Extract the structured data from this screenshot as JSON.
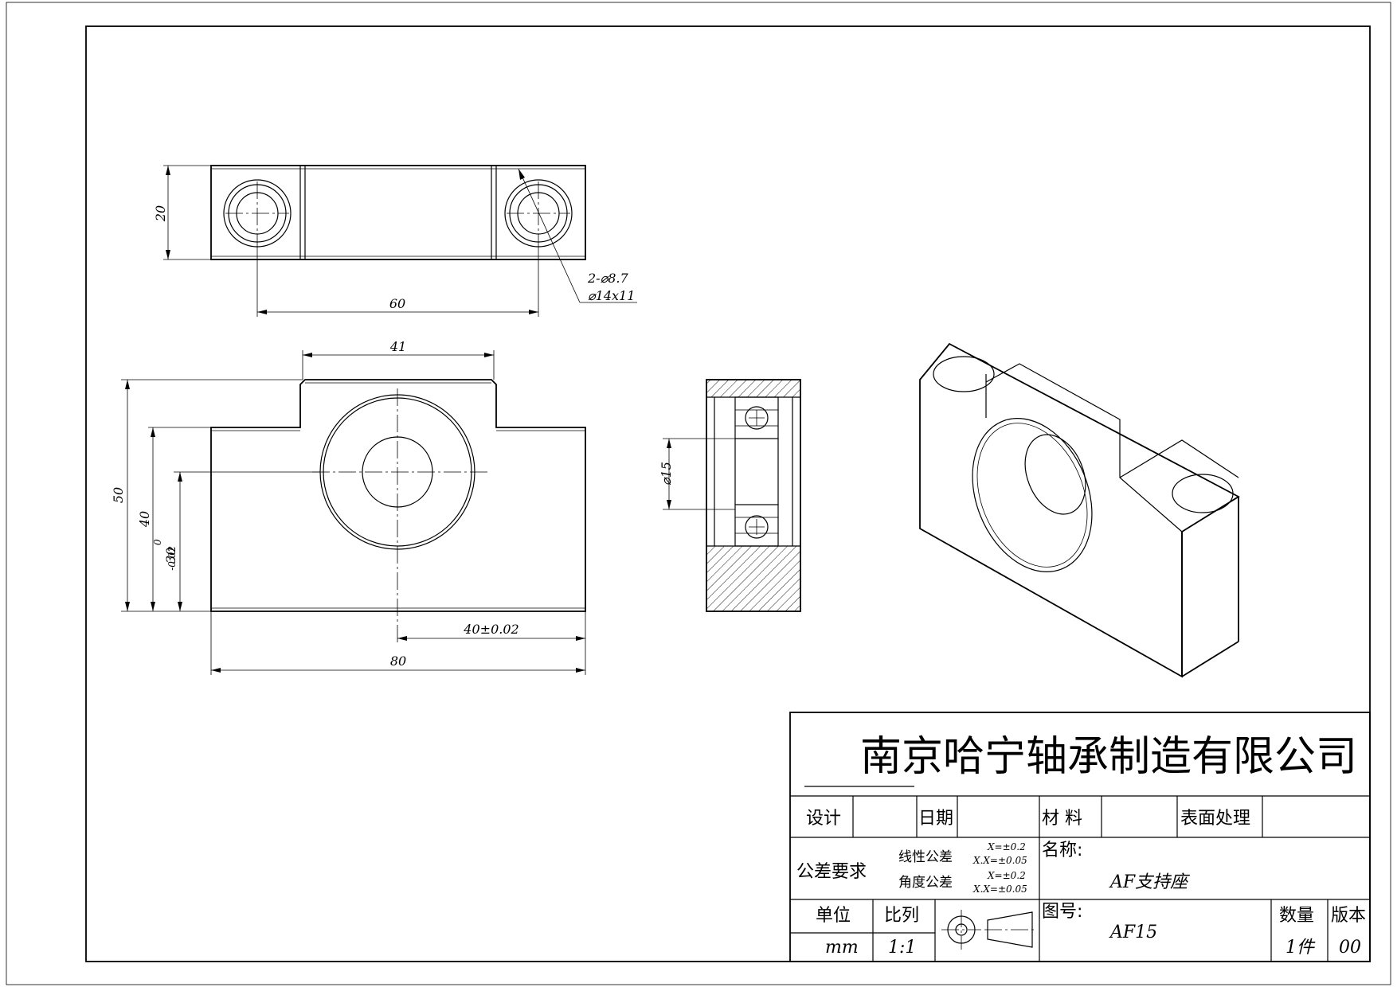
{
  "dimensions": {
    "top_height": "20",
    "hole_spacing": "60",
    "hole_callout_1": "2-⌀8.7",
    "hole_callout_2": "⌀14x11",
    "front_top_width": "41",
    "front_height": "50",
    "front_height_2": "40",
    "center_height": "30",
    "center_tol_upper": "0",
    "center_tol_lower": "-0.02",
    "offset": "40±0.02",
    "overall_width": "80",
    "section_bore": "⌀15"
  },
  "title_block": {
    "company": "南京哈宁轴承制造有限公司",
    "design_label": "设计",
    "date_label": "日期",
    "material_label": "材 料",
    "surface_label": "表面处理",
    "tolerance_label": "公差要求",
    "linear_tol_label": "线性公差",
    "angular_tol_label": "角度公差",
    "tol_x1": "X=±0.2",
    "tol_xx1": "X.X=±0.05",
    "tol_x2": "X=±0.2",
    "tol_xx2": "X.X=±0.05",
    "name_label": "名称:",
    "name_value": "AF支持座",
    "unit_label": "单位",
    "unit_value": "mm",
    "scale_label": "比列",
    "scale_value": "1:1",
    "drawing_no_label": "图号:",
    "drawing_no_value": "AF15",
    "qty_label": "数量",
    "qty_value": "1件",
    "rev_label": "版本",
    "rev_value": "00"
  }
}
